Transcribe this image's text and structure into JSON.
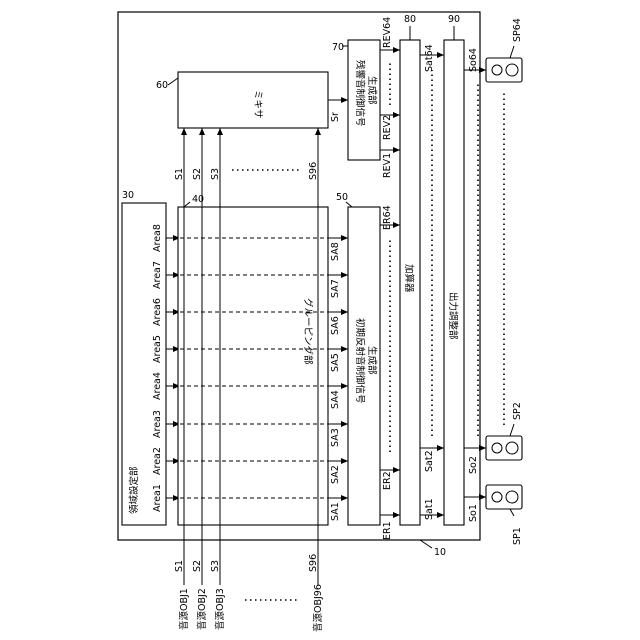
{
  "numerals": {
    "system": "10",
    "region": "30",
    "grouping": "40",
    "er_gen": "50",
    "mixer": "60",
    "rev_gen": "70",
    "adder": "80",
    "output": "90"
  },
  "blocks": {
    "region": "領域設定部",
    "grouping": "グルーピング部",
    "er_gen_line1": "初期反射音制御信号",
    "er_gen_line2": "生成部",
    "mixer": "ミキサ",
    "rev_gen_line1": "残響音制御信号",
    "rev_gen_line2": "生成部",
    "adder": "加算器",
    "output": "出力調整部"
  },
  "areas": [
    "Area1",
    "Area2",
    "Area3",
    "Area4",
    "Area5",
    "Area6",
    "Area7",
    "Area8"
  ],
  "group_outputs": [
    "SA1",
    "SA2",
    "SA3",
    "SA4",
    "SA5",
    "SA6",
    "SA7",
    "SA8"
  ],
  "sources": {
    "obj1": "音源OBJ1",
    "obj2": "音源OBJ2",
    "obj3": "音源OBJ3",
    "obj96": "音源OBJ96"
  },
  "inputs": {
    "s1": "S1",
    "s2": "S2",
    "s3": "S3",
    "s96": "S96"
  },
  "mixer_inputs": {
    "s1": "S1",
    "s2": "S2",
    "s3": "S3",
    "s96": "S96"
  },
  "mixer_output": "Sr",
  "er_signals": {
    "er1": "ER1",
    "er2": "ER2",
    "er64": "ER64"
  },
  "rev_signals": {
    "rev1": "REV1",
    "rev2": "REV2",
    "rev64": "REV64"
  },
  "sat_signals": {
    "sat1": "Sat1",
    "sat2": "Sat2",
    "sat64": "Sat64"
  },
  "so_signals": {
    "so1": "So1",
    "so2": "So2",
    "so64": "So64"
  },
  "speakers": {
    "sp1": "SP1",
    "sp2": "SP2",
    "sp64": "SP64"
  }
}
